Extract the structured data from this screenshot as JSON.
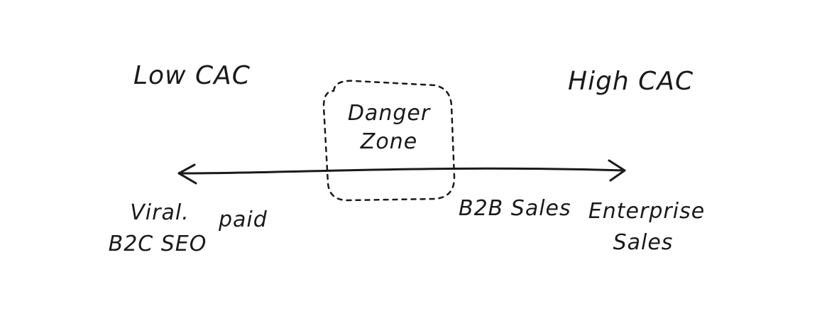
{
  "scale": {
    "left_label": "Low CAC",
    "right_label": "High CAC"
  },
  "danger_zone": {
    "line1": "Danger",
    "line2": "Zone"
  },
  "channels": {
    "viral_line1": "Viral.",
    "viral_line2": "B2C SEO",
    "paid": "paid",
    "b2b_sales": "B2B Sales",
    "enterprise_line1": "Enterprise",
    "enterprise_line2": "Sales"
  },
  "colors": {
    "ink": "#1a1a1a",
    "background": "#ffffff"
  }
}
